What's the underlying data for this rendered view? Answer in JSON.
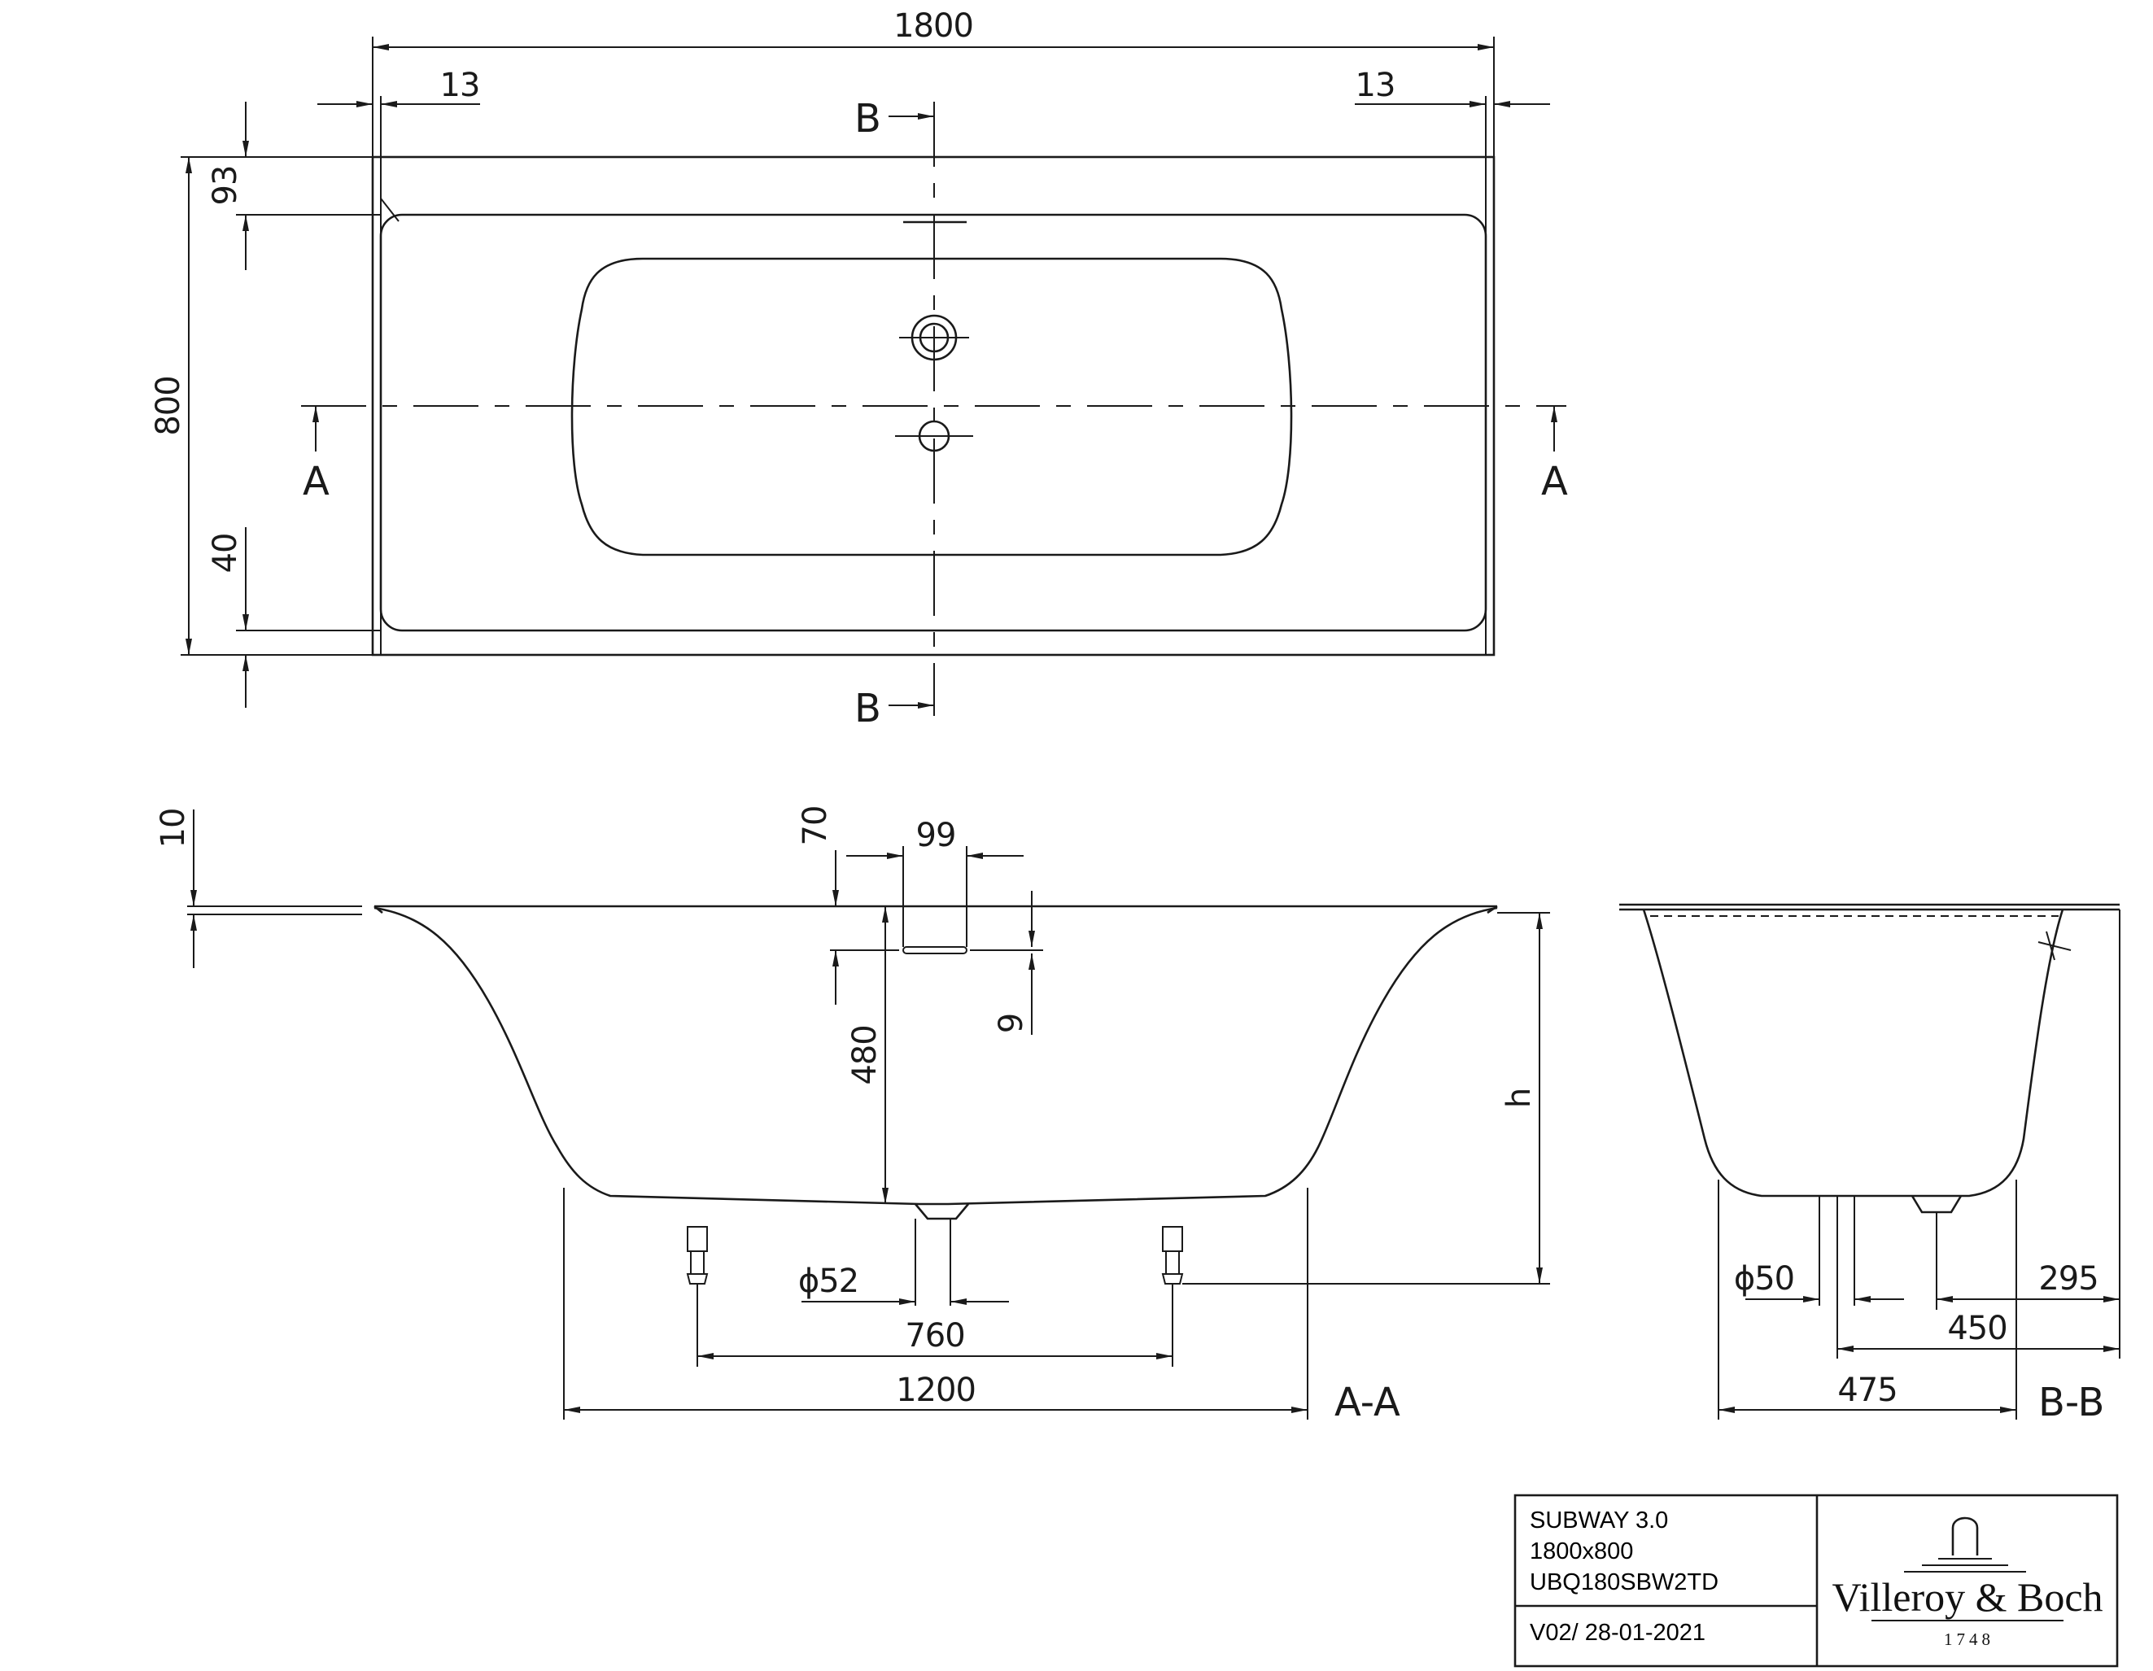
{
  "top_view": {
    "overall_width": "1800",
    "overall_depth": "800",
    "rim_left": "13",
    "rim_right": "13",
    "rim_back": "93",
    "rim_front": "40",
    "section_b": "B",
    "section_a": "A"
  },
  "section_aa": {
    "rim_thickness": "10",
    "overflow_depth": "70",
    "overflow_width": "99",
    "overflow_height": "9",
    "depth": "480",
    "height_symbol": "h",
    "waste_diameter": "ϕ52",
    "feet_spacing": "760",
    "bottom_length": "1200",
    "label": "A-A"
  },
  "section_bb": {
    "waste_diameter": "ϕ50",
    "offset_295": "295",
    "offset_450": "450",
    "bottom_width": "475",
    "label": "B-B"
  },
  "title_block": {
    "product": "SUBWAY 3.0",
    "size": "1800x800",
    "article": "UBQ180SBW2TD",
    "version": "V02/ 28-01-2021",
    "brand": "Villeroy & Boch",
    "year": "1748"
  }
}
